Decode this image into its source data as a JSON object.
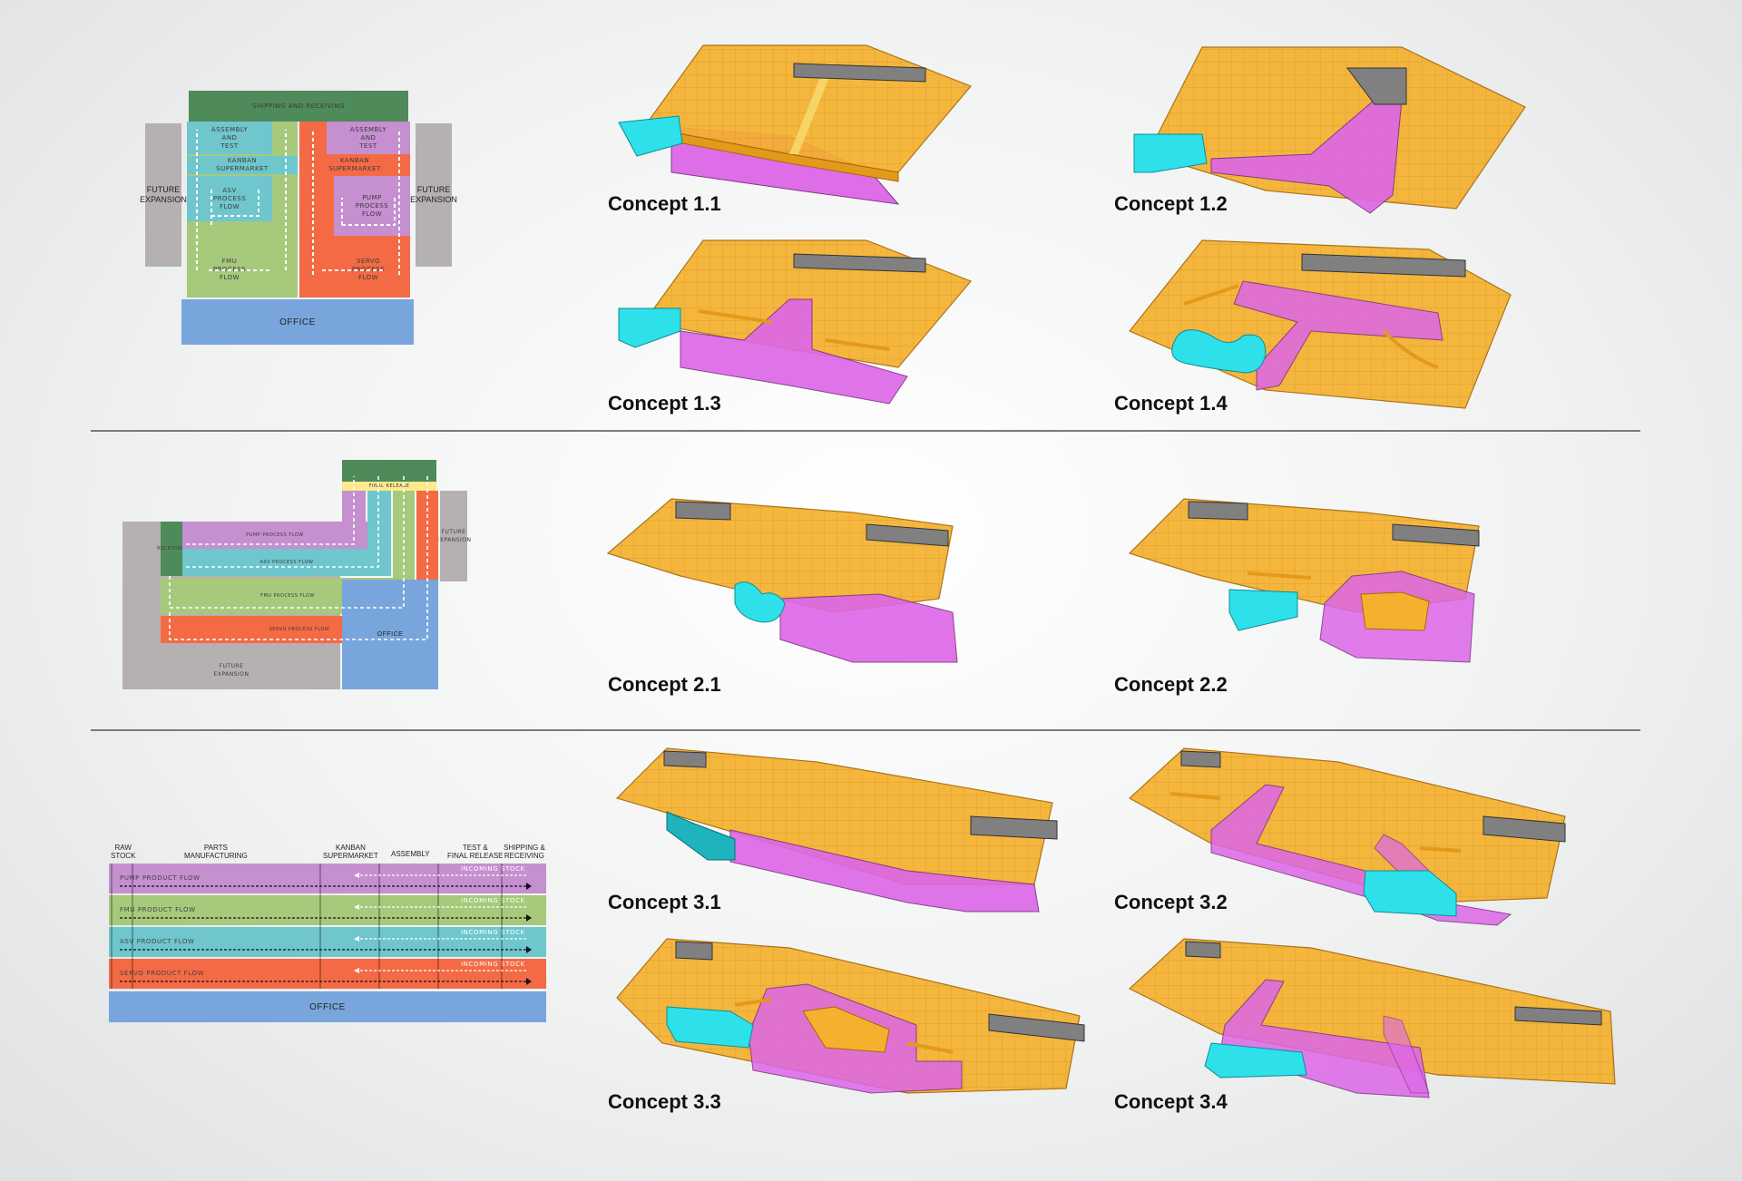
{
  "colors": {
    "yellow": "#f5b12e",
    "magenta": "#dd66e8",
    "cyan": "#2ee0ea",
    "gray_roof": "#7f7f7f",
    "green_dark": "#4f8a5b",
    "lavender": "#c58fd0",
    "teal": "#6fc6cd",
    "lime": "#a6c97c",
    "orange_red": "#f46a45",
    "blue_office": "#78a6dc",
    "gray_expansion": "#b5b1b1"
  },
  "plan1": {
    "shipping": "SHIPPING AND RECEIVING",
    "asm_left": "ASSEMBLY\nAND\nTEST",
    "asm_right": "ASSEMBLY\nAND\nTEST",
    "kanban_left": "KANBAN\nSUPERMARKET",
    "kanban_right": "KANBAN\nSUPERMARKET",
    "asv": "ASV\nPROCESS\nFLOW",
    "pump": "PUMP\nPROCESS\nFLOW",
    "fmu": "FMU\nPROCESS\nFLOW",
    "servo": "SERVO\nPROCESS\nFLOW",
    "future_left": "FUTURE\nEXPANSION",
    "future_right": "FUTURE\nEXPANSION",
    "office": "OFFICE"
  },
  "plan2": {
    "final_release": "FINAL RELEASE",
    "receiving": "RECEIVING",
    "pump": "PUMP PROCESS FLOW",
    "asv": "ASV PROCESS FLOW",
    "fmu": "FMU PROCESS FLOW",
    "servo": "SERVO PROCESS FLOW",
    "future_right": "FUTURE\nEXPANSION",
    "future_bottom": "FUTURE\nEXPANSION",
    "office": "OFFICE"
  },
  "plan3": {
    "headers": [
      "RAW\nSTOCK",
      "PARTS\nMANUFACTURING",
      "KANBAN\nSUPERMARKET",
      "ASSEMBLY",
      "TEST &\nFINAL RELEASE",
      "SHIPPING &\nRECEIVING"
    ],
    "flows": [
      "PUMP PRODUCT FLOW",
      "FMU PRODUCT FLOW",
      "ASV PRODUCT FLOW",
      "SERVO PRODUCT FLOW"
    ],
    "incoming": "INCOMING STOCK",
    "office": "OFFICE"
  },
  "concepts": {
    "c1_1": "Concept 1.1",
    "c1_2": "Concept 1.2",
    "c1_3": "Concept 1.3",
    "c1_4": "Concept 1.4",
    "c2_1": "Concept 2.1",
    "c2_2": "Concept 2.2",
    "c3_1": "Concept 3.1",
    "c3_2": "Concept 3.2",
    "c3_3": "Concept 3.3",
    "c3_4": "Concept 3.4"
  }
}
